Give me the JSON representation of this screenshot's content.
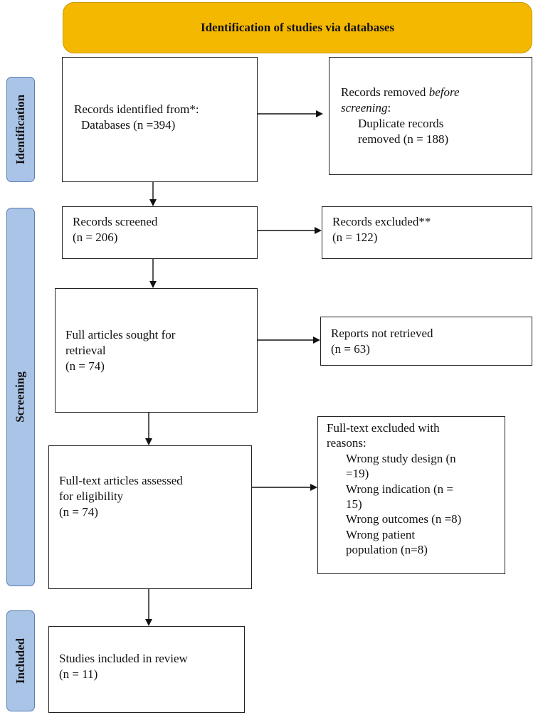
{
  "header": "Identification of studies via databases",
  "phases": {
    "identification": "Identification",
    "screening": "Screening",
    "included": "Included"
  },
  "boxes": {
    "records_identified": {
      "line1": "Records identified from*:",
      "line2": "Databases (n =394)"
    },
    "records_removed": {
      "line1a": "Records removed ",
      "line1b": "before",
      "line2": "screening",
      "line2b": ":",
      "line3": "Duplicate records",
      "line4": "removed  (n = 188)"
    },
    "records_screened": {
      "line1": "Records screened",
      "line2": "(n = 206)"
    },
    "records_excluded": {
      "line1": "Records excluded**",
      "line2": "(n = 122)"
    },
    "sought_retrieval": {
      "line1": "Full articles sought for",
      "line2": "retrieval",
      "line3": "(n = 74)"
    },
    "not_retrieved": {
      "line1": "Reports not retrieved",
      "line2": "(n = 63)"
    },
    "assessed_eligibility": {
      "line1": "Full-text articles assessed",
      "line2": "for eligibility",
      "line3": "(n = 74)"
    },
    "fulltext_excluded": {
      "line1": "Full-text excluded with",
      "line2": "reasons:",
      "line3": "Wrong study design (n",
      "line4": "=19)",
      "line5": "Wrong indication (n =",
      "line6": "15)",
      "line7": "Wrong outcomes (n =8)",
      "line8": "Wrong patient",
      "line9": "population (n=8)"
    },
    "included": {
      "line1": "Studies included in review",
      "line2": "(n = 11)"
    }
  }
}
